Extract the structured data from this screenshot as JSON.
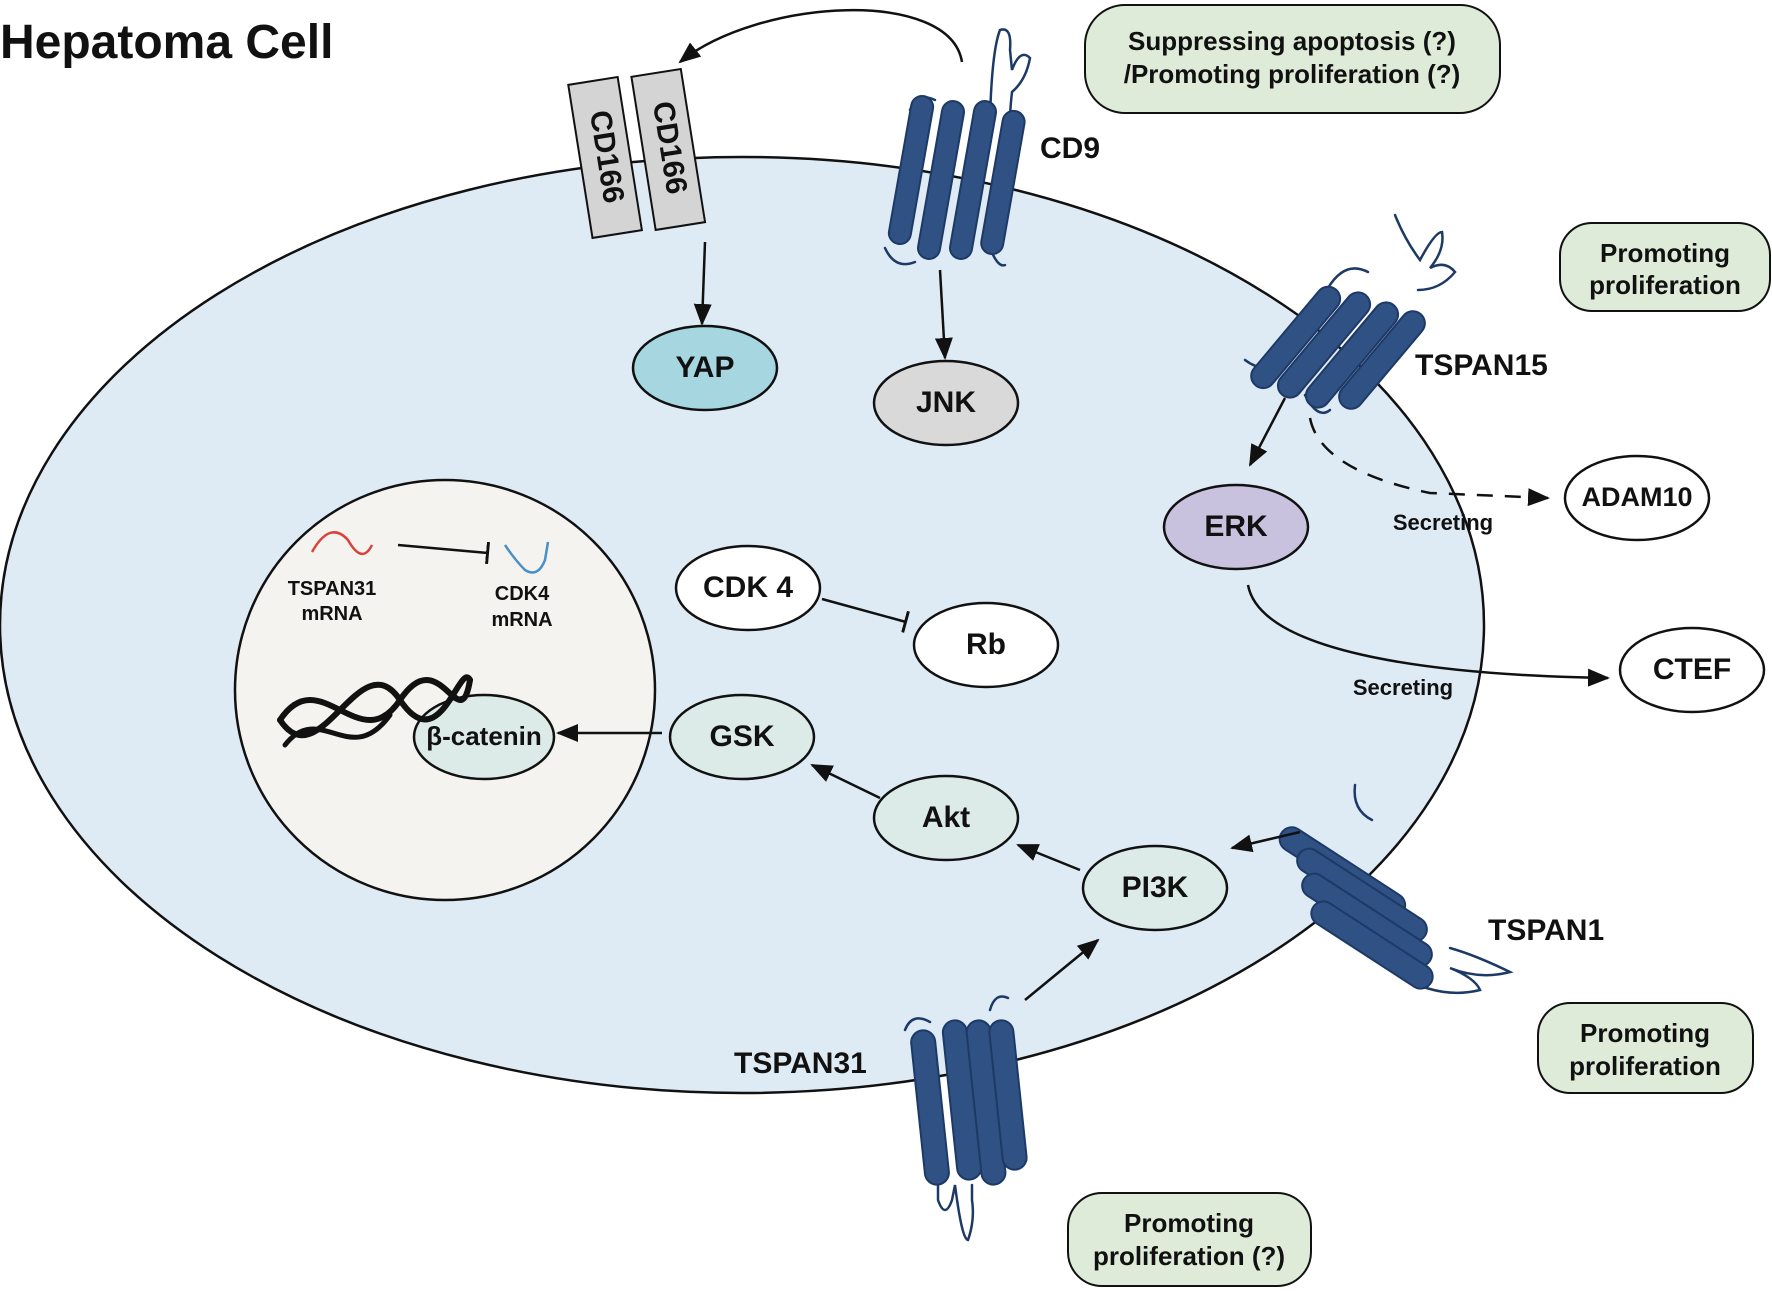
{
  "title": "Hepatoma Cell",
  "proteins": {
    "cd166_a": "CD166",
    "cd166_b": "CD166",
    "cd9": "CD9",
    "tspan15": "TSPAN15",
    "tspan1": "TSPAN1",
    "tspan31": "TSPAN31"
  },
  "nodes": {
    "yap": "YAP",
    "jnk": "JNK",
    "erk": "ERK",
    "adam10": "ADAM10",
    "ctef": "CTEF",
    "cdk4": "CDK 4",
    "rb": "Rb",
    "gsk": "GSK",
    "akt": "Akt",
    "pi3k": "PI3K",
    "beta_catenin": "β-catenin"
  },
  "nucleus": {
    "tspan31_mrna_line1": "TSPAN31",
    "tspan31_mrna_line2": "mRNA",
    "cdk4_mrna_line1": "CDK4",
    "cdk4_mrna_line2": "mRNA"
  },
  "annotations": {
    "secreting_adam10": "Secreting",
    "secreting_ctef": "Secreting"
  },
  "notes": {
    "cd9_line1": "Suppressing apoptosis (?)",
    "cd9_line2": "/Promoting proliferation (?)",
    "tspan15_line1": "Promoting",
    "tspan15_line2": "proliferation",
    "tspan1_line1": "Promoting",
    "tspan1_line2": "proliferation",
    "tspan31_line1": "Promoting",
    "tspan31_line2": "proliferation (?)"
  },
  "colors": {
    "cell_fill": "#deebf5",
    "nucleus_fill": "#f5f3ef",
    "membrane_protein": "#2f5183",
    "note_fill": "#deebd8",
    "yap_fill": "#a6d6df",
    "jnk_fill": "#d9d9d9",
    "erk_fill": "#c9c2de",
    "pathway_fill": "#dcebe7",
    "cd166_fill": "#d4d4d4",
    "tspan31_mrna": "#d9423a",
    "cdk4_mrna": "#4a90c8"
  }
}
